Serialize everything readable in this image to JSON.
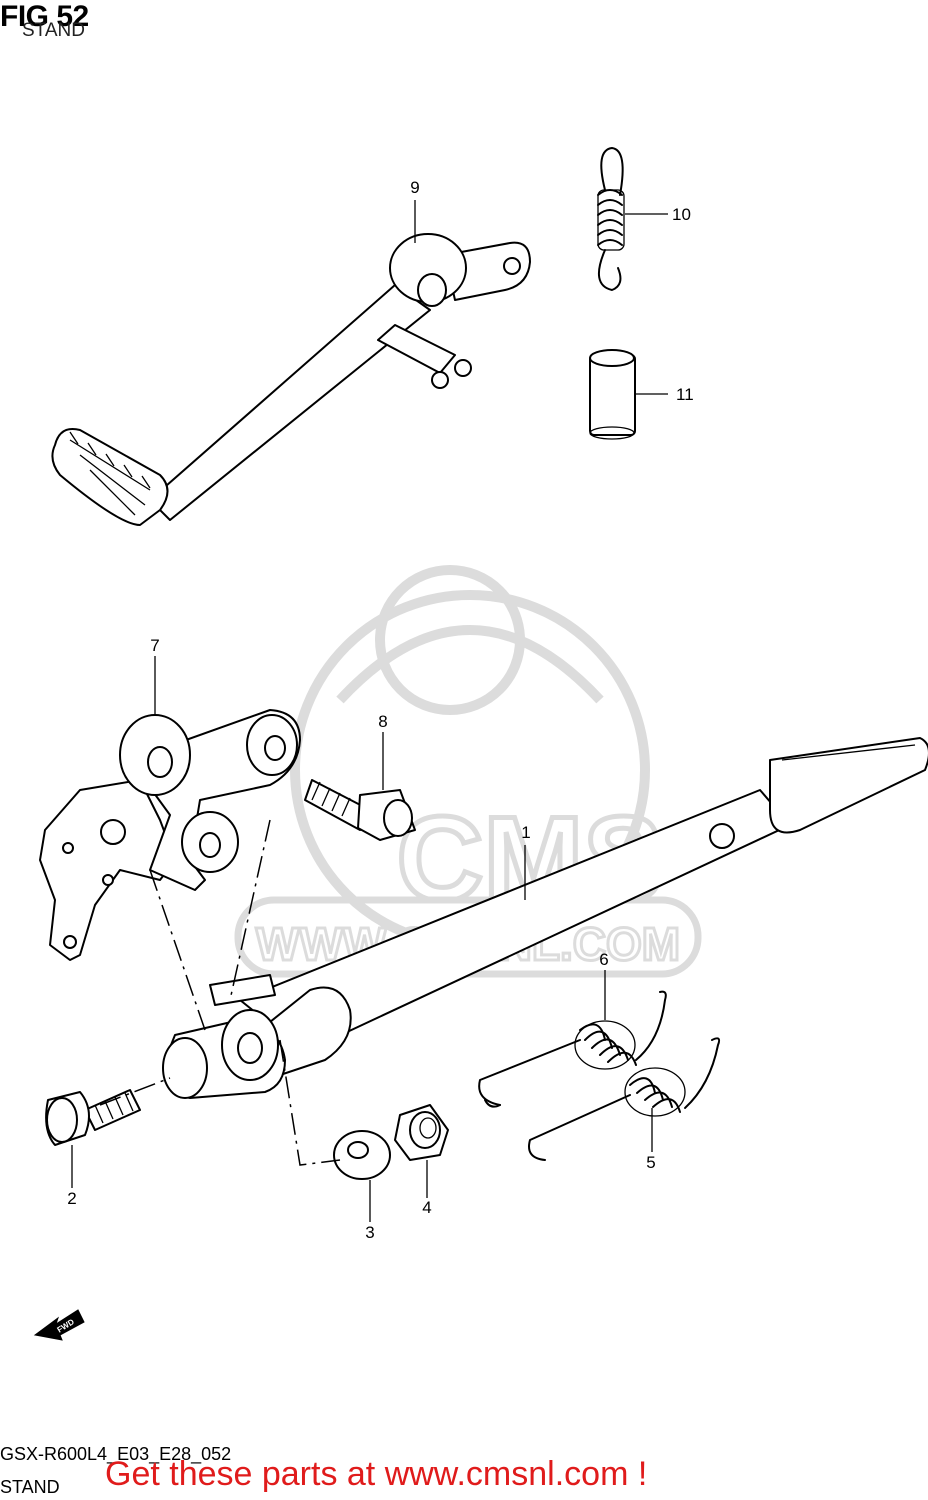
{
  "header": {
    "fig_label": "FIG 52",
    "subtitle": "STAND"
  },
  "callouts": {
    "c1": "1",
    "c2": "2",
    "c3": "3",
    "c4": "4",
    "c5": "5",
    "c6": "6",
    "c7": "7",
    "c8": "8",
    "c9": "9",
    "c10": "10",
    "c11": "11"
  },
  "direction_marker": "FWD",
  "watermark": {
    "brand": "CMS",
    "url": "WWW.CMSNL.COM"
  },
  "footer": {
    "diagram_code": "GSX-R600L4_E03_E28_052",
    "section_name": "STAND",
    "promo_text": "Get these parts at www.cmsnl.com !"
  },
  "colors": {
    "promo": "#e01b1b",
    "watermark": "#dcdcdc"
  }
}
